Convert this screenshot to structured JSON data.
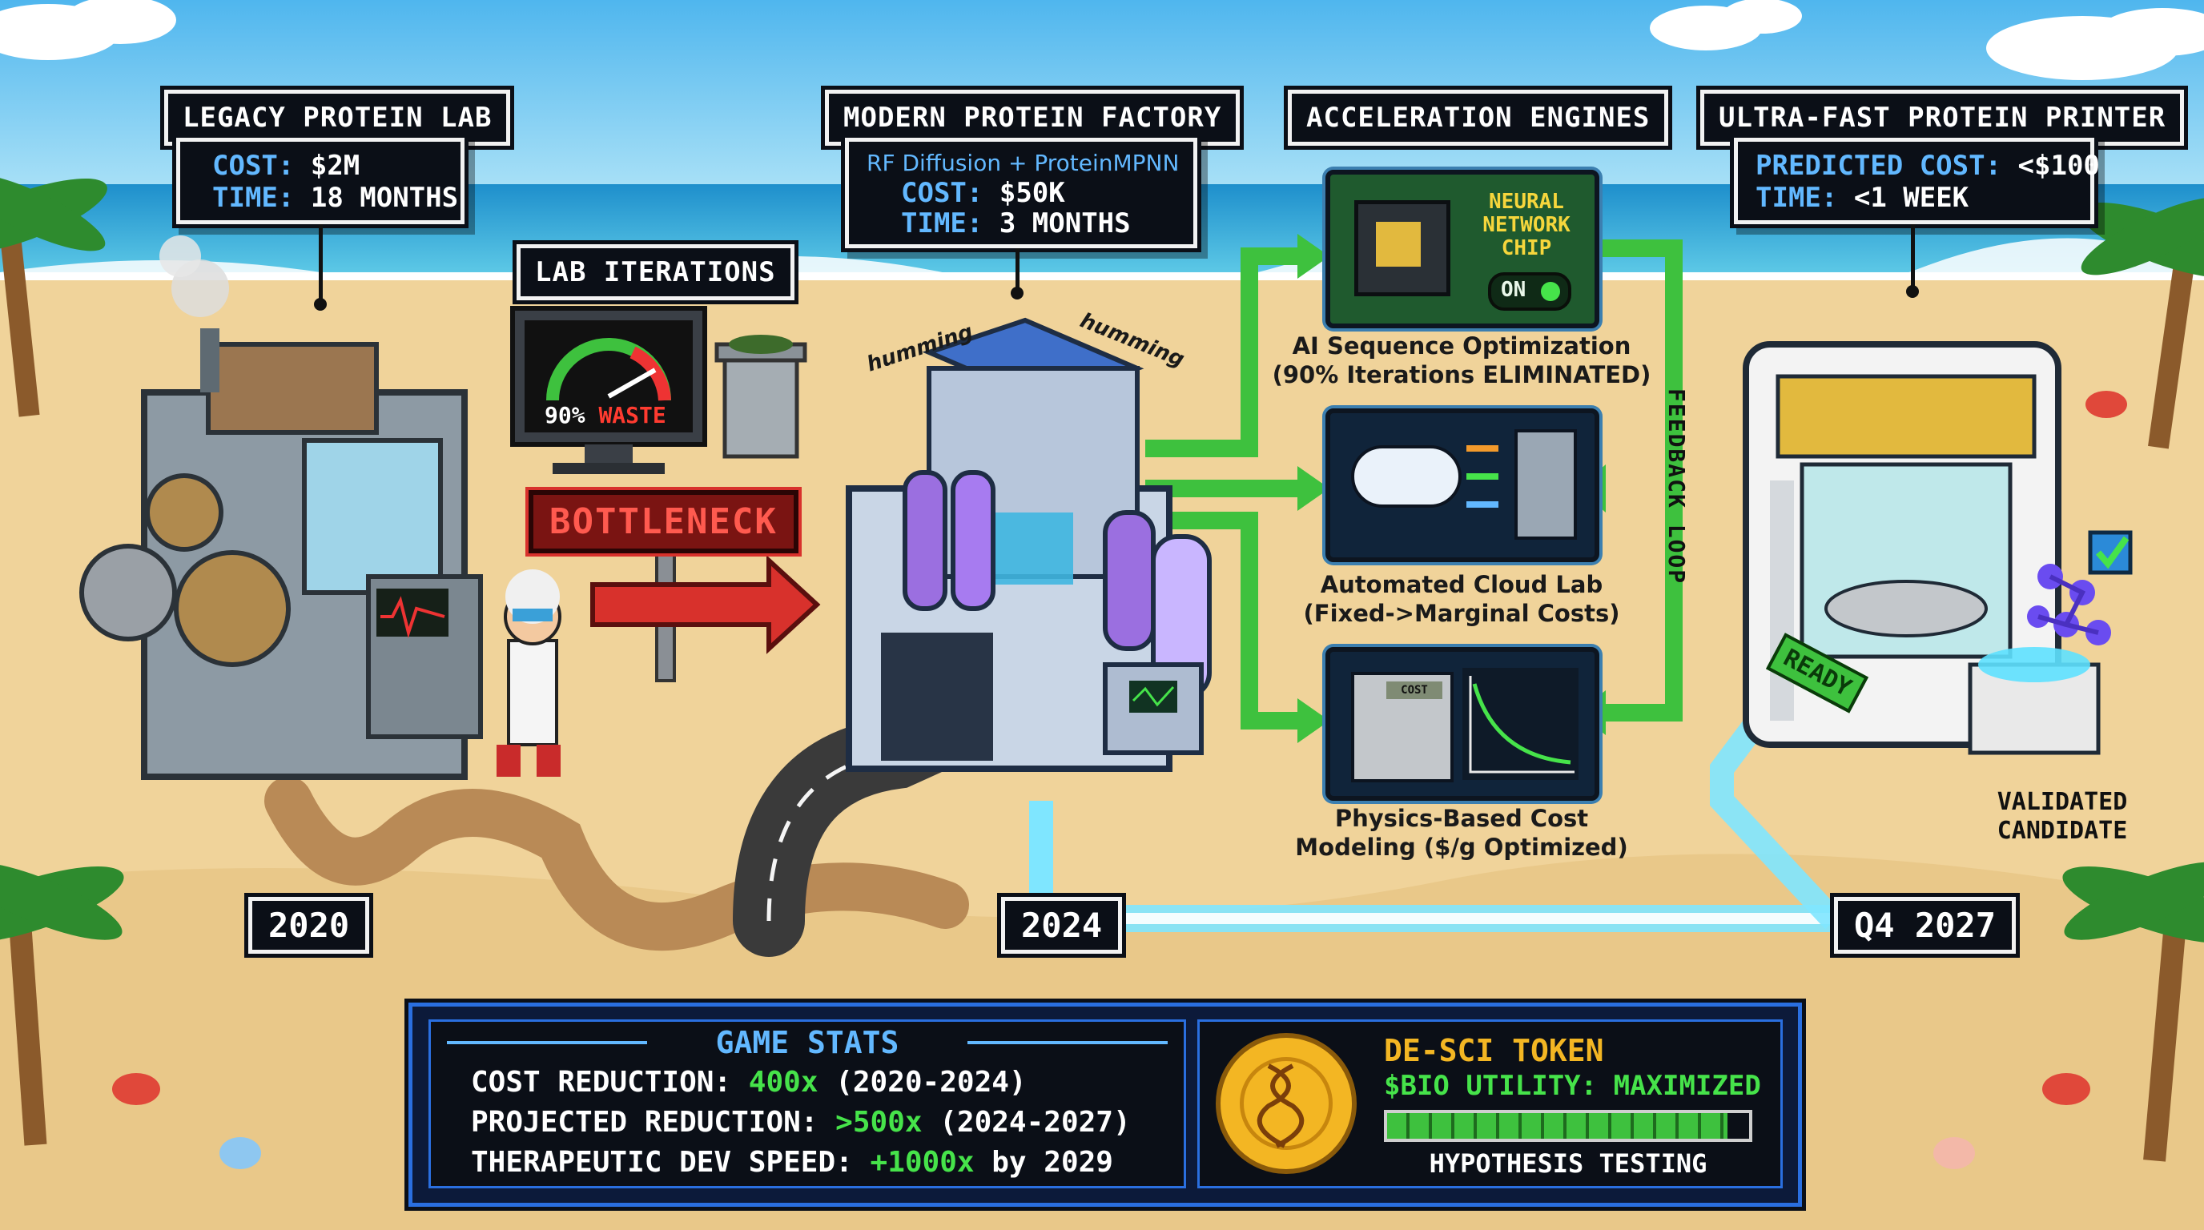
{
  "stages": {
    "legacy": {
      "title": "LEGACY PROTEIN LAB",
      "cost_label": "COST:",
      "cost_value": "$2M",
      "time_label": "TIME:",
      "time_value": "18 MONTHS"
    },
    "iterations": {
      "title": "LAB ITERATIONS",
      "gauge_text_value": "90%",
      "gauge_text_label": "WASTE",
      "bottleneck": "BOTTLENECK"
    },
    "modern": {
      "title": "MODERN PROTEIN FACTORY",
      "subtitle": "RF Diffusion + ProteinMPNN",
      "cost_label": "COST:",
      "cost_value": "$50K",
      "time_label": "TIME:",
      "time_value": "3 MONTHS",
      "sound_left": "humming",
      "sound_right": "humming"
    },
    "engines": {
      "title": "ACCELERATION ENGINES",
      "chip_label_1": "NEURAL",
      "chip_label_2": "NETWORK",
      "chip_label_3": "CHIP",
      "chip_toggle": "ON",
      "items": [
        {
          "line1": "AI Sequence Optimization",
          "line2": "(90% Iterations ELIMINATED)"
        },
        {
          "line1": "Automated Cloud Lab",
          "line2": "(Fixed->Marginal Costs)"
        },
        {
          "line1": "Physics-Based Cost",
          "line2": "Modeling ($/g Optimized)"
        }
      ],
      "calc_label": "COST",
      "feedback": "FEEDBACK LOOP"
    },
    "printer": {
      "title": "ULTRA-FAST PROTEIN PRINTER",
      "cost_label": "PREDICTED COST:",
      "cost_value": "<$100",
      "time_label": "TIME:",
      "time_value": "<1 WEEK",
      "status": "READY",
      "result_line1": "VALIDATED",
      "result_line2": "CANDIDATE"
    }
  },
  "timeline": [
    "2020",
    "2024",
    "Q4 2027"
  ],
  "stats": {
    "title": "GAME STATS",
    "rows": [
      {
        "label": "COST REDUCTION:",
        "value": "400x",
        "suffix": "(2020-2024)"
      },
      {
        "label": "PROJECTED REDUCTION:",
        "value": ">500x",
        "suffix": "(2024-2027)"
      },
      {
        "label": "THERAPEUTIC DEV SPEED:",
        "value": "+1000x",
        "suffix": "by 2029"
      }
    ]
  },
  "token": {
    "title": "DE-SCI TOKEN",
    "utility": "$BIO UTILITY: MAXIMIZED",
    "progress": 0.94,
    "progress_label": "HYPOTHESIS TESTING"
  },
  "colors": {
    "sky": "#7fd0f5",
    "sea": "#2aa3d6",
    "sand": "#f0d39a",
    "panel": "#0b0f17",
    "accent_blue": "#62b8ff",
    "accent_green": "#46e34a",
    "arrow_green": "#3ec13e",
    "beam": "#7fe6ff",
    "token_gold": "#f3b623",
    "bottleneck_red": "#d8312c"
  }
}
